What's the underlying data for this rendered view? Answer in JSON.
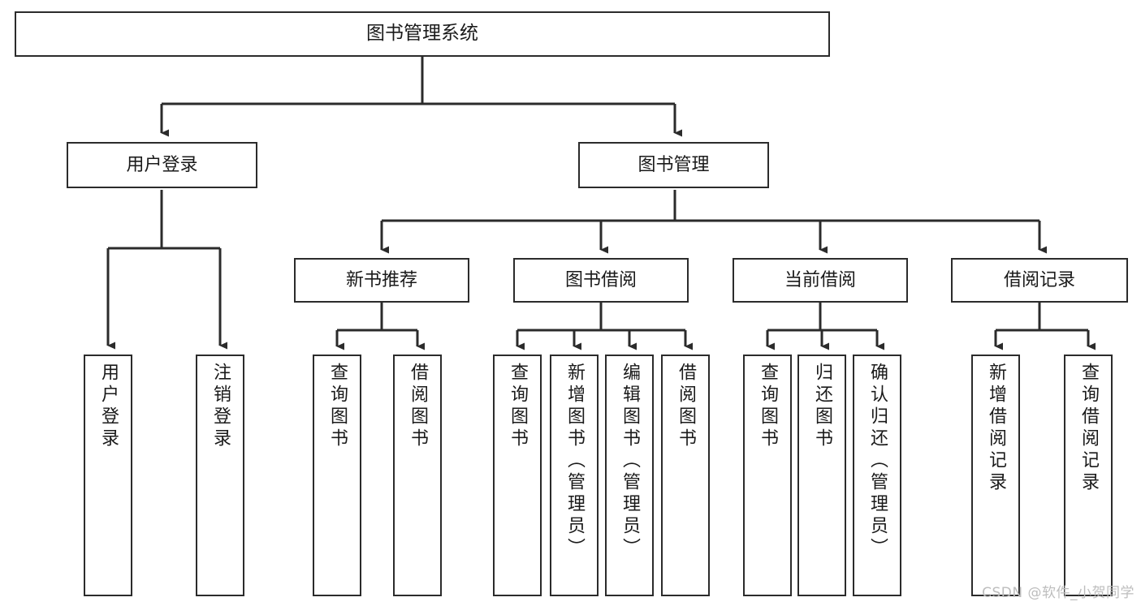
{
  "diagram": {
    "title": "图书管理系统",
    "type": "hierarchy-tree",
    "colors": {
      "node_border": "#2b2b2b",
      "node_fill": "#ffffff",
      "connector": "#2b2b2b",
      "text": "#1a1a1a",
      "watermark": "#bdbdbd"
    },
    "levels": {
      "root": {
        "label": "图书管理系统"
      },
      "level2": [
        {
          "label": "用户登录"
        },
        {
          "label": "图书管理"
        }
      ],
      "level3": [
        {
          "label": "新书推荐"
        },
        {
          "label": "图书借阅"
        },
        {
          "label": "当前借阅"
        },
        {
          "label": "借阅记录"
        }
      ],
      "leaves_user_login": [
        {
          "label": "用户登录"
        },
        {
          "label": "注销登录"
        }
      ],
      "leaves_new_books": [
        {
          "label": "查询图书"
        },
        {
          "label": "借阅图书"
        }
      ],
      "leaves_borrow": [
        {
          "label": "查询图书"
        },
        {
          "label": "新增图书（管理员）"
        },
        {
          "label": "编辑图书（管理员）"
        },
        {
          "label": "借阅图书"
        }
      ],
      "leaves_current": [
        {
          "label": "查询图书"
        },
        {
          "label": "归还图书"
        },
        {
          "label": "确认归还（管理员）"
        }
      ],
      "leaves_records": [
        {
          "label": "新增借阅记录"
        },
        {
          "label": "查询借阅记录"
        }
      ]
    }
  },
  "watermark": {
    "text": "CSDN @软件_小贺同学"
  }
}
